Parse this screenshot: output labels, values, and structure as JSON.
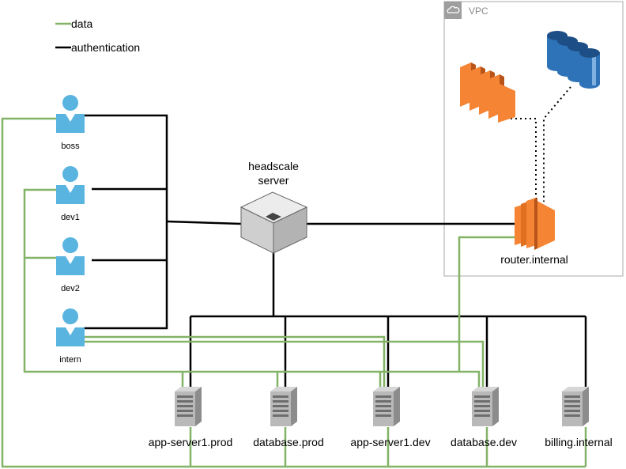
{
  "legend": {
    "data_label": "data",
    "auth_label": "authentication",
    "data_color": "#82b366",
    "auth_color": "#000000"
  },
  "vpc": {
    "label": "VPC",
    "border_color": "#aaaaaa"
  },
  "server": {
    "label_line1": "headscale",
    "label_line2": "server"
  },
  "users": [
    {
      "label": "boss"
    },
    {
      "label": "dev1"
    },
    {
      "label": "dev2"
    },
    {
      "label": "intern"
    }
  ],
  "router": {
    "label": "router.internal"
  },
  "hosts": [
    {
      "label": "app-server1.prod"
    },
    {
      "label": "database.prod"
    },
    {
      "label": "app-server1.dev"
    },
    {
      "label": "database.dev"
    },
    {
      "label": "billing.internal"
    }
  ],
  "colors": {
    "user": "#5ab4e0",
    "aws_orange": "#f58534",
    "aws_blue": "#2e73b8",
    "server_gray": "#9a9a9a"
  }
}
